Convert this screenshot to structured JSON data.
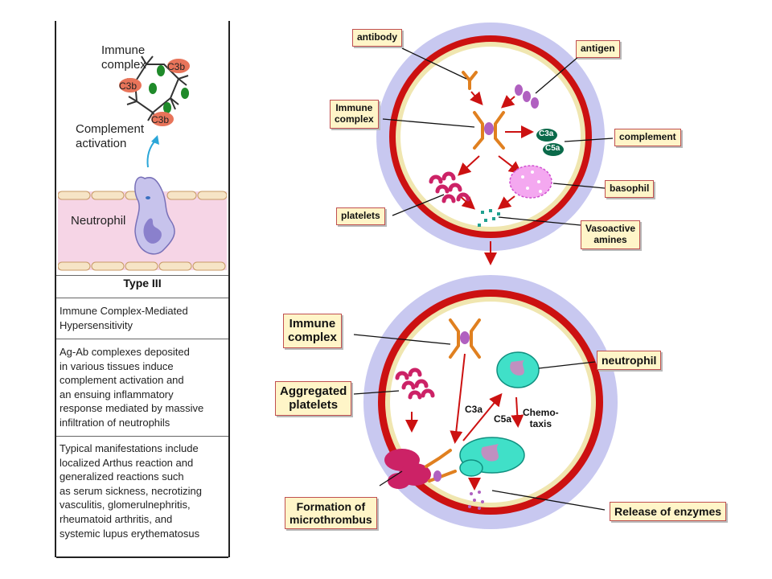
{
  "left_figure": {
    "immune_complex_label": "Immune\ncomplex",
    "c3b_label": "C3b",
    "complement_label": "Complement\nactivation",
    "neutrophil_label": "Neutrophil"
  },
  "table": {
    "heading": "Type III",
    "row1": "Immune Complex-Mediated\nHypersensitivity",
    "row2": "Ag-Ab complexes deposited\nin various tissues induce\ncomplement activation and\nan ensuing inflammatory\nresponse mediated by massive\ninfiltration of neutrophils",
    "row3": "Typical manifestations include\nlocalized Arthus reaction and\ngeneralized reactions such\nas serum sickness, necrotizing\nvasculitis, glomerulnephritis,\nrheumatoid arthritis, and\nsystemic lupus erythematosus"
  },
  "top_diagram": {
    "antibody": "antibody",
    "antigen": "antigen",
    "immune_complex": "Immune\ncomplex",
    "complement": "complement",
    "basophil": "basophil",
    "platelets": "platelets",
    "vasoactive_amines": "Vasoactive\namines",
    "c3a": "C3a",
    "c5a": "C5a"
  },
  "bottom_diagram": {
    "immune_complex": "Immune\ncomplex",
    "neutrophil": "neutrophil",
    "aggregated_platelets": "Aggregated\nplatelets",
    "c3a": "C3a",
    "c5a": "C5a",
    "chemotaxis": "Chemo-\ntaxis",
    "formation_microthrombus": "Formation of\nmicrothrombus",
    "release_enzymes": "Release of enzymes"
  },
  "colors": {
    "vessel_outer": "#c8c8f0",
    "vessel_wall": "#cc1111",
    "vessel_lumen_border": "#f0e6b0",
    "label_bg": "#fff5c8",
    "arrow": "#cc1111",
    "platelet": "#cc2266",
    "basophil": "#e070e0",
    "neutrophil": "#40e0c8",
    "complement": "#0a6a4a"
  }
}
